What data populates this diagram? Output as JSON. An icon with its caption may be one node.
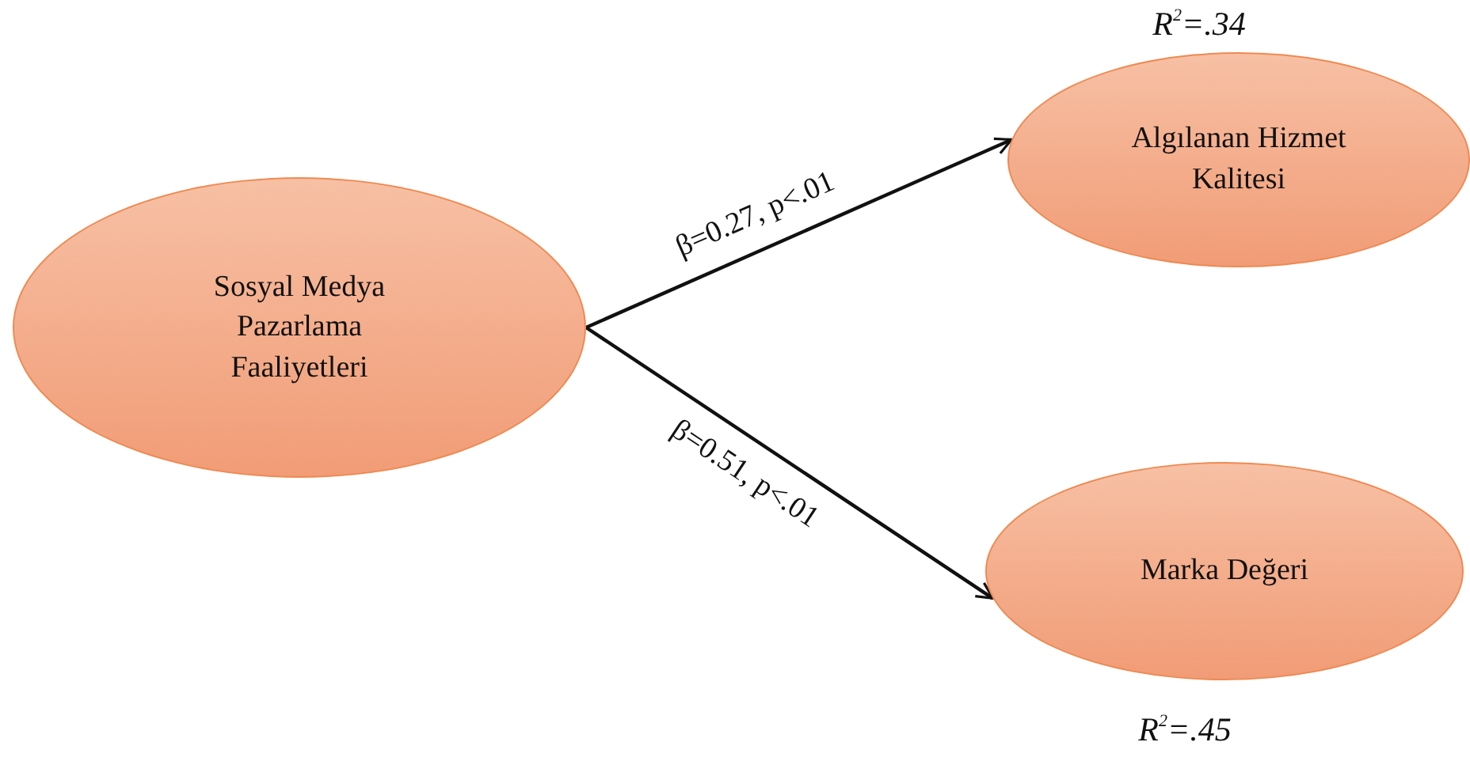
{
  "diagram": {
    "nodes": [
      {
        "text": [
          "Sosyal Medya Pazarlama Faaliyetleri"
        ]
      },
      {
        "text": [
          "Algılanan Hizmet Kalitesi"
        ],
        "beside": [
          "R$^{2}$=.34"
        ]
      },
      {
        "text": [
          "Marka Değeri"
        ],
        "beside": [
          "R$^{2}$=.45"
        ]
      }
    ],
    "edges": [
      {
        "from": 0,
        "to": 1,
        "arrow": "to",
        "label": "β=0.27, p<.01"
      },
      {
        "from": 0,
        "to": 2,
        "arrow": "to",
        "label": "β=0.51, p<.01"
      }
    ]
  }
}
